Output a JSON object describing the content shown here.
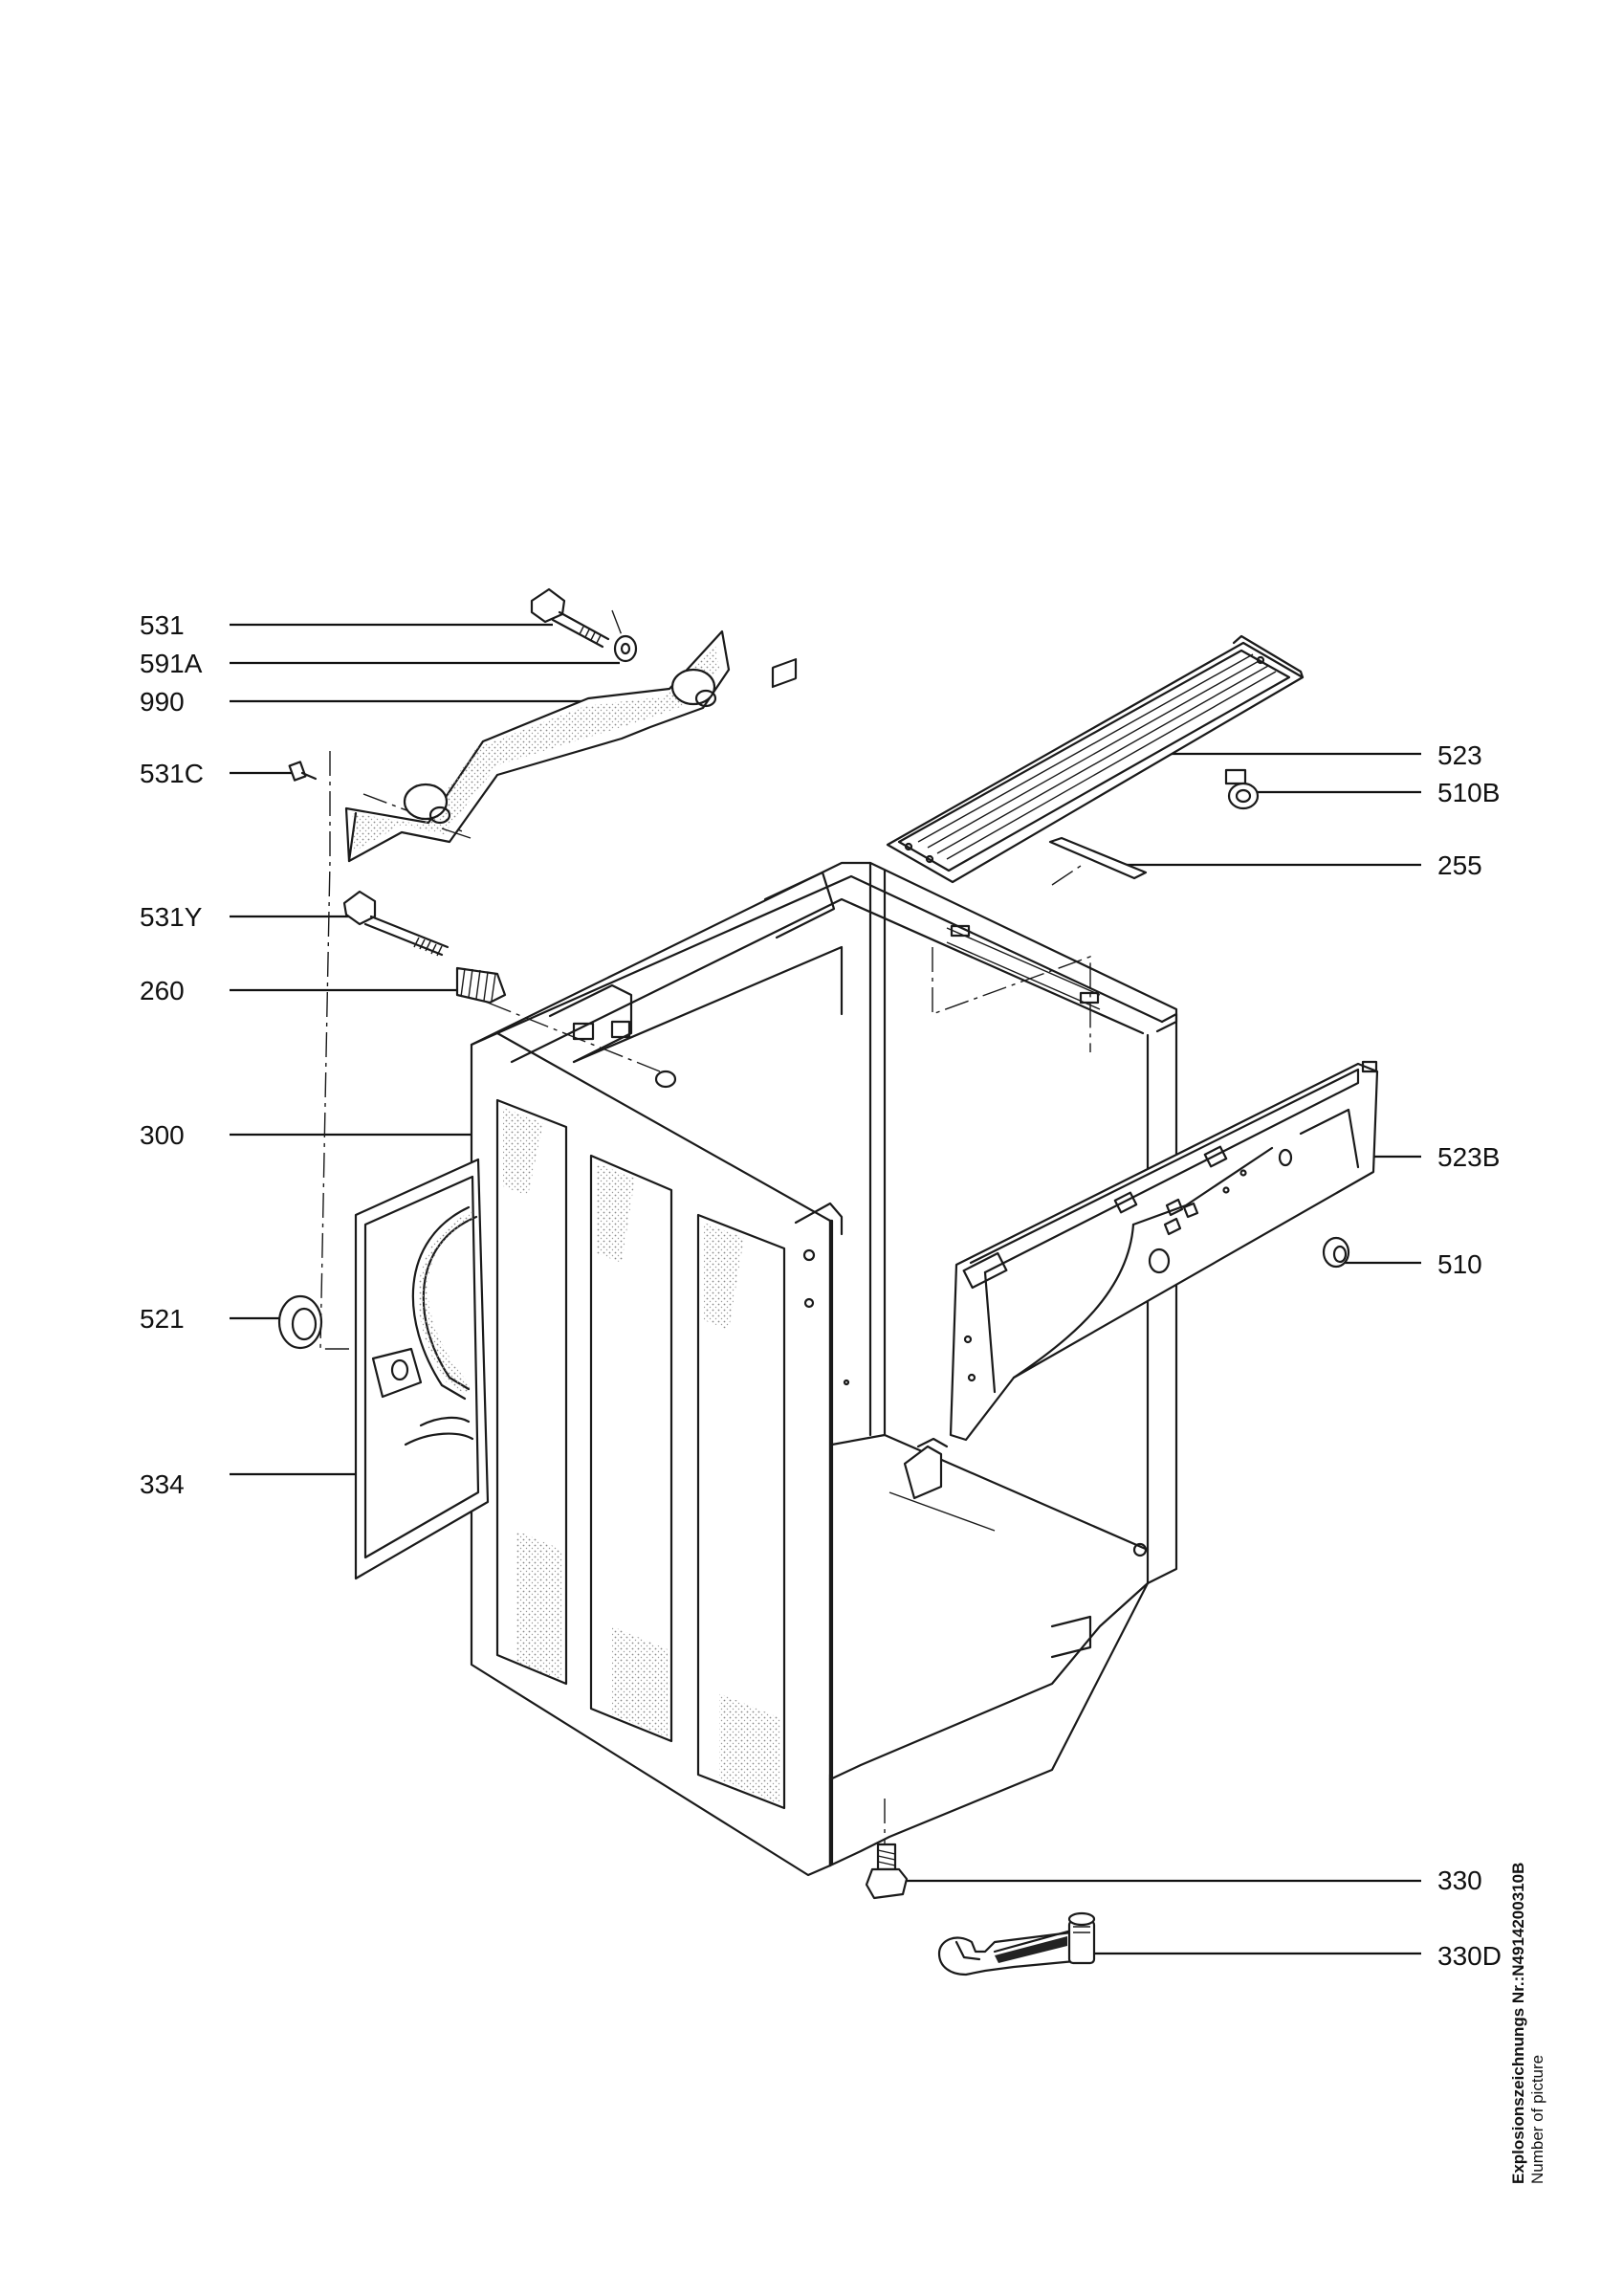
{
  "parts": [
    {
      "id": "531",
      "label": "531"
    },
    {
      "id": "591A",
      "label": "591A"
    },
    {
      "id": "990",
      "label": "990"
    },
    {
      "id": "531C",
      "label": "531C"
    },
    {
      "id": "531Y",
      "label": "531Y"
    },
    {
      "id": "260",
      "label": "260"
    },
    {
      "id": "300",
      "label": "300"
    },
    {
      "id": "521",
      "label": "521"
    },
    {
      "id": "334",
      "label": "334"
    },
    {
      "id": "523",
      "label": "523"
    },
    {
      "id": "510B",
      "label": "510B"
    },
    {
      "id": "255",
      "label": "255"
    },
    {
      "id": "523B",
      "label": "523B"
    },
    {
      "id": "510",
      "label": "510"
    },
    {
      "id": "330",
      "label": "330"
    },
    {
      "id": "330D",
      "label": "330D"
    }
  ],
  "footer": {
    "line1": "Explosionszeichnungs Nr.:N4914200310B",
    "line2": "Number of picture"
  },
  "colors": {
    "ink": "#111111",
    "background": "#ffffff",
    "stipple": "#9a9a9a"
  }
}
